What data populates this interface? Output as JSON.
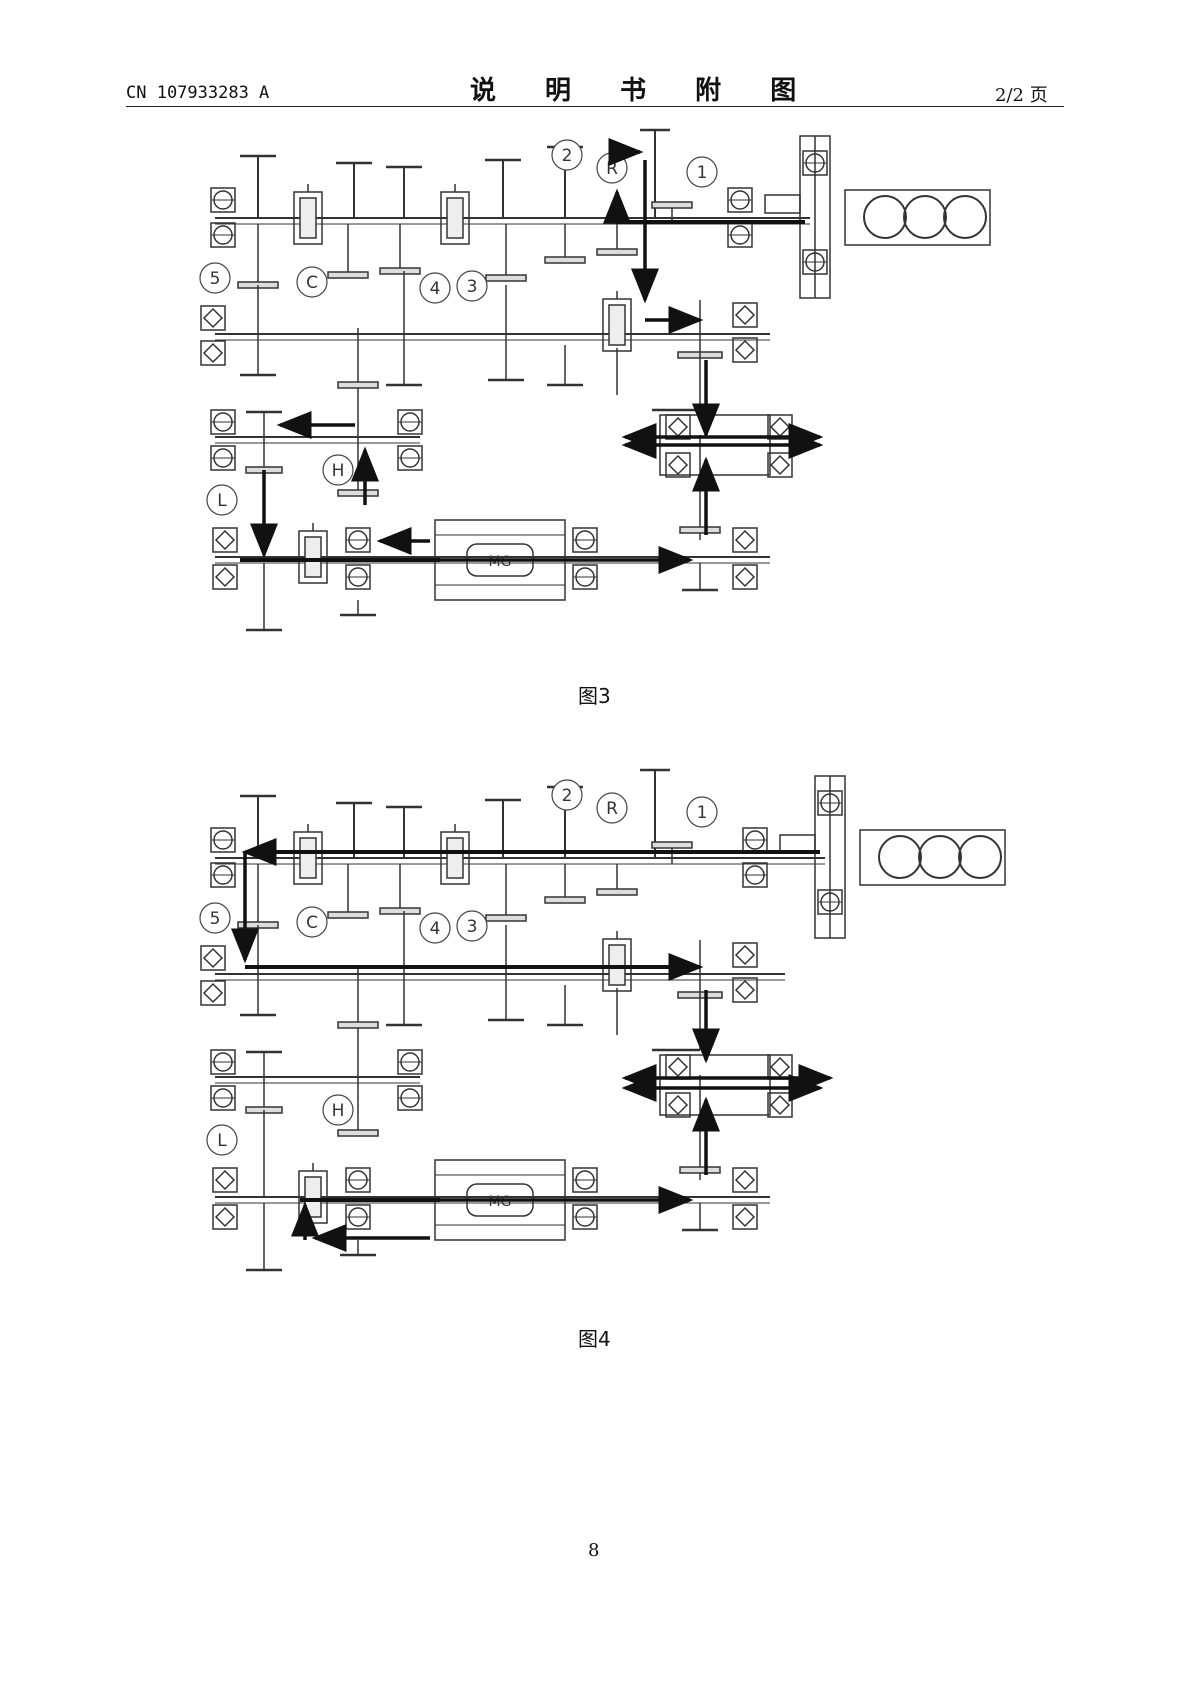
{
  "header": {
    "patent_number": "CN 107933283 A",
    "section_title": "说 明 书 附 图",
    "page_indicator": "2/2 页"
  },
  "figures": [
    {
      "caption": "图3",
      "labels": {
        "g2": "2",
        "gR": "R",
        "g1": "1",
        "g5": "5",
        "gC": "C",
        "g4": "4",
        "g3": "3",
        "gH": "H",
        "gL": "L",
        "motor": "MG"
      }
    },
    {
      "caption": "图4",
      "labels": {
        "g2": "2",
        "gR": "R",
        "g1": "1",
        "g5": "5",
        "gC": "C",
        "g4": "4",
        "g3": "3",
        "gH": "H",
        "gL": "L",
        "motor": "MG"
      }
    }
  ],
  "footer": {
    "page_number": "8"
  }
}
